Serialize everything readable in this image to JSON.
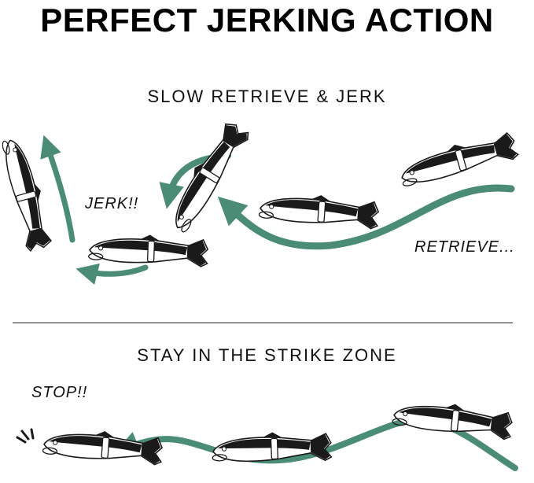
{
  "title": "PERFECT JERKING ACTION",
  "section1": {
    "heading": "SLOW RETRIEVE & JERK",
    "label_jerk": "JERK!!",
    "label_retrieve": "RETRIEVE..."
  },
  "section2": {
    "heading": "STAY IN THE STRIKE ZONE",
    "label_stop": "STOP!!"
  },
  "colors": {
    "arrow": "#4a8c76",
    "lure": "#1a1a1a",
    "lure_belly": "#f2f2f2"
  }
}
